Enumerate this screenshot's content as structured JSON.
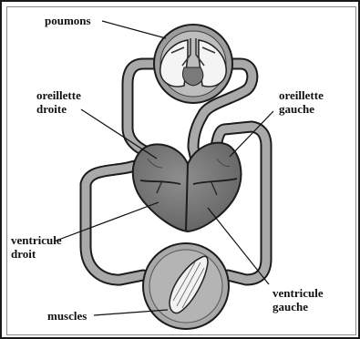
{
  "labels": {
    "lungs": "poumons",
    "right_atrium_l1": "oreillette",
    "right_atrium_l2": "droite",
    "left_atrium_l1": "oreillette",
    "left_atrium_l2": "gauche",
    "right_ventricle_l1": "ventricule",
    "right_ventricle_l2": "droit",
    "left_ventricle_l1": "ventricule",
    "left_ventricle_l2": "gauche",
    "muscles": "muscles"
  },
  "colors": {
    "vessel_fill": "#a9a9a9",
    "heart_fill": "#7c7c7c",
    "organ_fill": "#bdbdbd",
    "outline": "#1c1c1c"
  }
}
